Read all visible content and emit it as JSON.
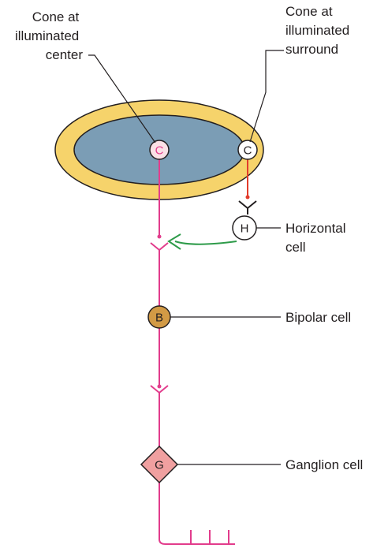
{
  "labels": {
    "cone_center": [
      "Cone at",
      "illuminated",
      "center"
    ],
    "cone_surround": [
      "Cone at",
      "illuminated",
      "surround"
    ],
    "horizontal": [
      "Horizontal",
      "cell"
    ],
    "bipolar": "Bipolar cell",
    "ganglion": "Ganglion cell"
  },
  "cells": {
    "cone_center": "C",
    "cone_surround": "C",
    "horizontal": "H",
    "bipolar": "B",
    "ganglion": "G"
  },
  "colors": {
    "surround_ring": "#f6d36b",
    "center_field": "#7b9db5",
    "outline": "#231f20",
    "center_pathway": "#e23c8c",
    "surround_pathway": "#e23c2c",
    "horizontal_process": "#2e9b4a",
    "cone_center_fill": "#fbe1e6",
    "bipolar_fill": "#d29a45",
    "ganglion_fill": "#f0a0a0"
  }
}
